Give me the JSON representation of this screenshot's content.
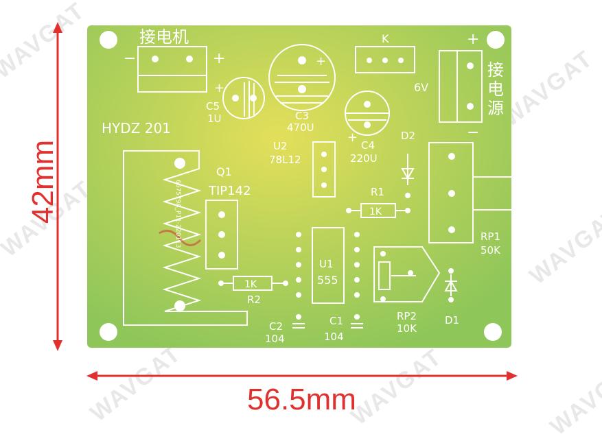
{
  "watermark": "WAVGAT",
  "dimensions": {
    "height_label": "42mm",
    "width_label": "56.5mm"
  },
  "board": {
    "title": "HYDZ 201",
    "motor_label": "接电机",
    "power_label_top": "接",
    "power_label_mid": "电",
    "power_label_bot": "源",
    "voltage": "6V",
    "k_label": "K",
    "plus": "+",
    "minus": "−",
    "c5_name": "C5",
    "c5_value": "1U",
    "c3_name": "C3",
    "c3_value": "470U",
    "c4_name": "C4",
    "c4_value": "220U",
    "u2_name": "U2",
    "u2_value": "78L12",
    "q1_name": "Q1",
    "q1_value": "TIP142",
    "d2_name": "D2",
    "r1_name": "R1",
    "r1_value": "1K",
    "r2_name": "R2",
    "r2_value": "1K",
    "u1_name": "U1",
    "u1_value": "555",
    "rp1_name": "RP1",
    "rp1_value": "50K",
    "rp2_name": "RP2",
    "rp2_value": "10K",
    "d1_name": "D1",
    "c2_name": "C2",
    "c2_value": "104",
    "c1_name": "C1",
    "c1_value": "104",
    "serial": "667579A_P11-220113"
  }
}
